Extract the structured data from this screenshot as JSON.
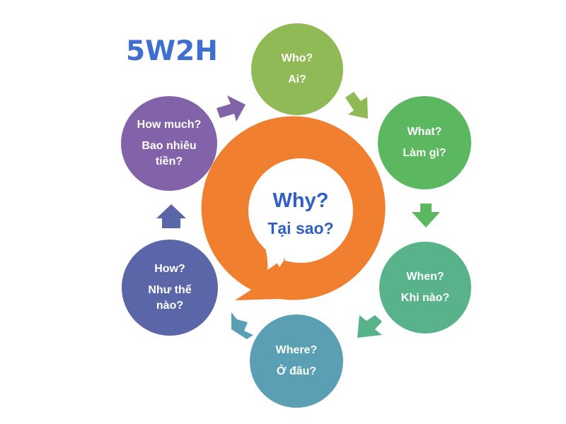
{
  "title": "5W2H",
  "center": {
    "line1": "Why?",
    "line2": "Tại sao?"
  },
  "nodes": [
    {
      "line1": "Who?",
      "line2": "Ai?"
    },
    {
      "line1": "What?",
      "line2": "Làm gì?"
    },
    {
      "line1": "When?",
      "line2": "Khi nào?"
    },
    {
      "line1": "Where?",
      "line2": "Ở đâu?"
    },
    {
      "line1": "How?",
      "line2": "Như thế nào?"
    },
    {
      "line1": "How much?",
      "line2": "Bao nhiêu tiền?"
    }
  ],
  "colors": {
    "title": "#3f6fd0",
    "ring": "#f08030",
    "center_text": "#2f5ec4",
    "who": "#8fba55",
    "what": "#5bb760",
    "when": "#58b38a",
    "where": "#5b9fb4",
    "how": "#5b66a8",
    "how_much": "#8262a8"
  }
}
